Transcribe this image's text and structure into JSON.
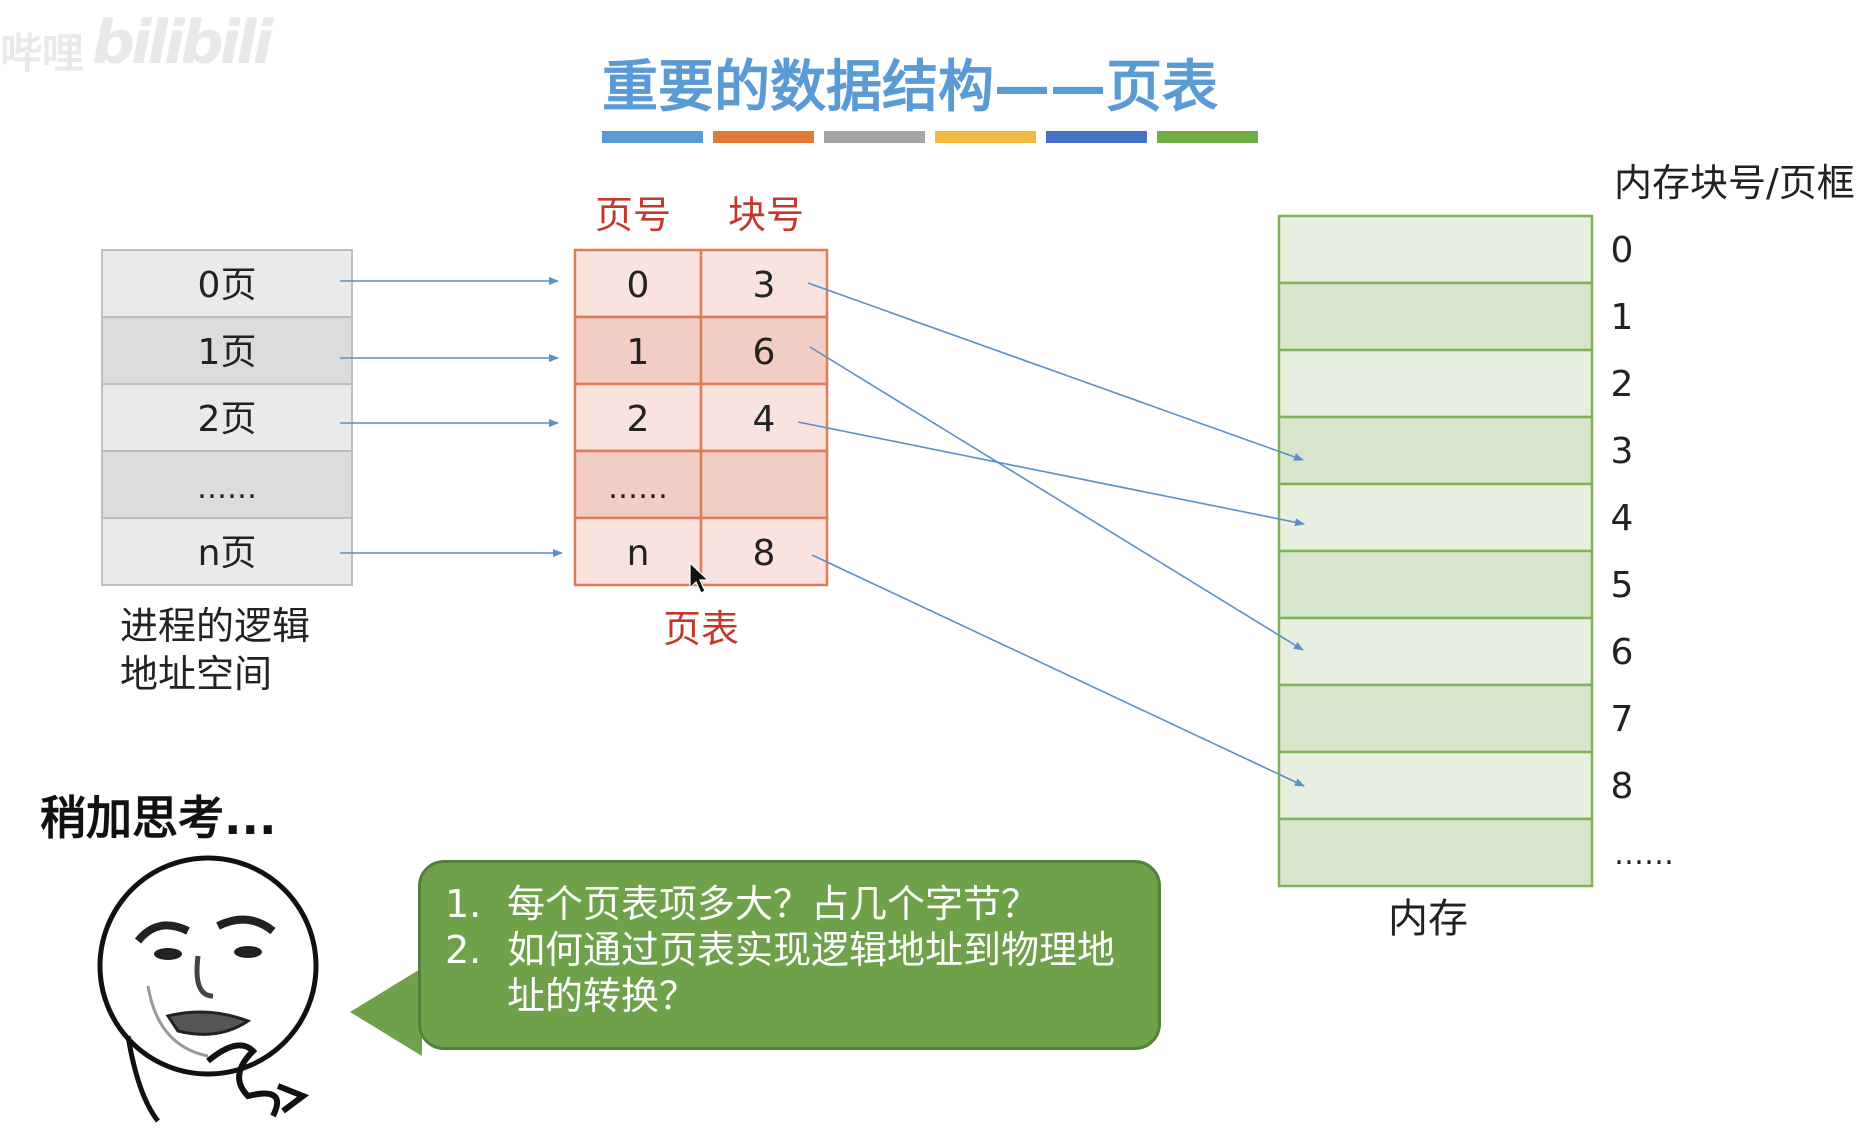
{
  "watermark": {
    "left_text": "哔哩",
    "logo_text": "bilibili"
  },
  "title": "重要的数据结构——页表",
  "color_strip": [
    "#5b9bd5",
    "#e07b39",
    "#a5a5a5",
    "#f4b942",
    "#4472c4",
    "#70ad47"
  ],
  "logical_space": {
    "rows": [
      "0页",
      "1页",
      "2页",
      "……",
      "n页"
    ],
    "caption_line1": "进程的逻辑",
    "caption_line2": "地址空间"
  },
  "page_table": {
    "header_page": "页号",
    "header_block": "块号",
    "rows": [
      {
        "page": "0",
        "block": "3"
      },
      {
        "page": "1",
        "block": "6"
      },
      {
        "page": "2",
        "block": "4"
      },
      {
        "page": "……",
        "block": ""
      },
      {
        "page": "n",
        "block": "8"
      }
    ],
    "caption": "页表"
  },
  "memory": {
    "header": "内存块号/页框",
    "block_numbers": [
      "0",
      "1",
      "2",
      "3",
      "4",
      "5",
      "6",
      "7",
      "8"
    ],
    "more": "……",
    "caption": "内存"
  },
  "thinking": {
    "heading": "稍加思考...",
    "questions": [
      {
        "num": "1.",
        "text": "每个页表项多大？占几个字节？"
      },
      {
        "num": "2.",
        "text": "如何通过页表实现逻辑地址到物理地址的转换？"
      }
    ]
  },
  "colors": {
    "arrow": "#5b8fc7",
    "table_border": "#e07b55",
    "table_fill_light": "#f8e3df",
    "table_fill_dark": "#f2cdc5",
    "memory_border": "#7fb35a",
    "memory_fill_light": "#e6efe0",
    "memory_fill_dark": "#d7e5cd",
    "bubble": "#6fa04a"
  }
}
